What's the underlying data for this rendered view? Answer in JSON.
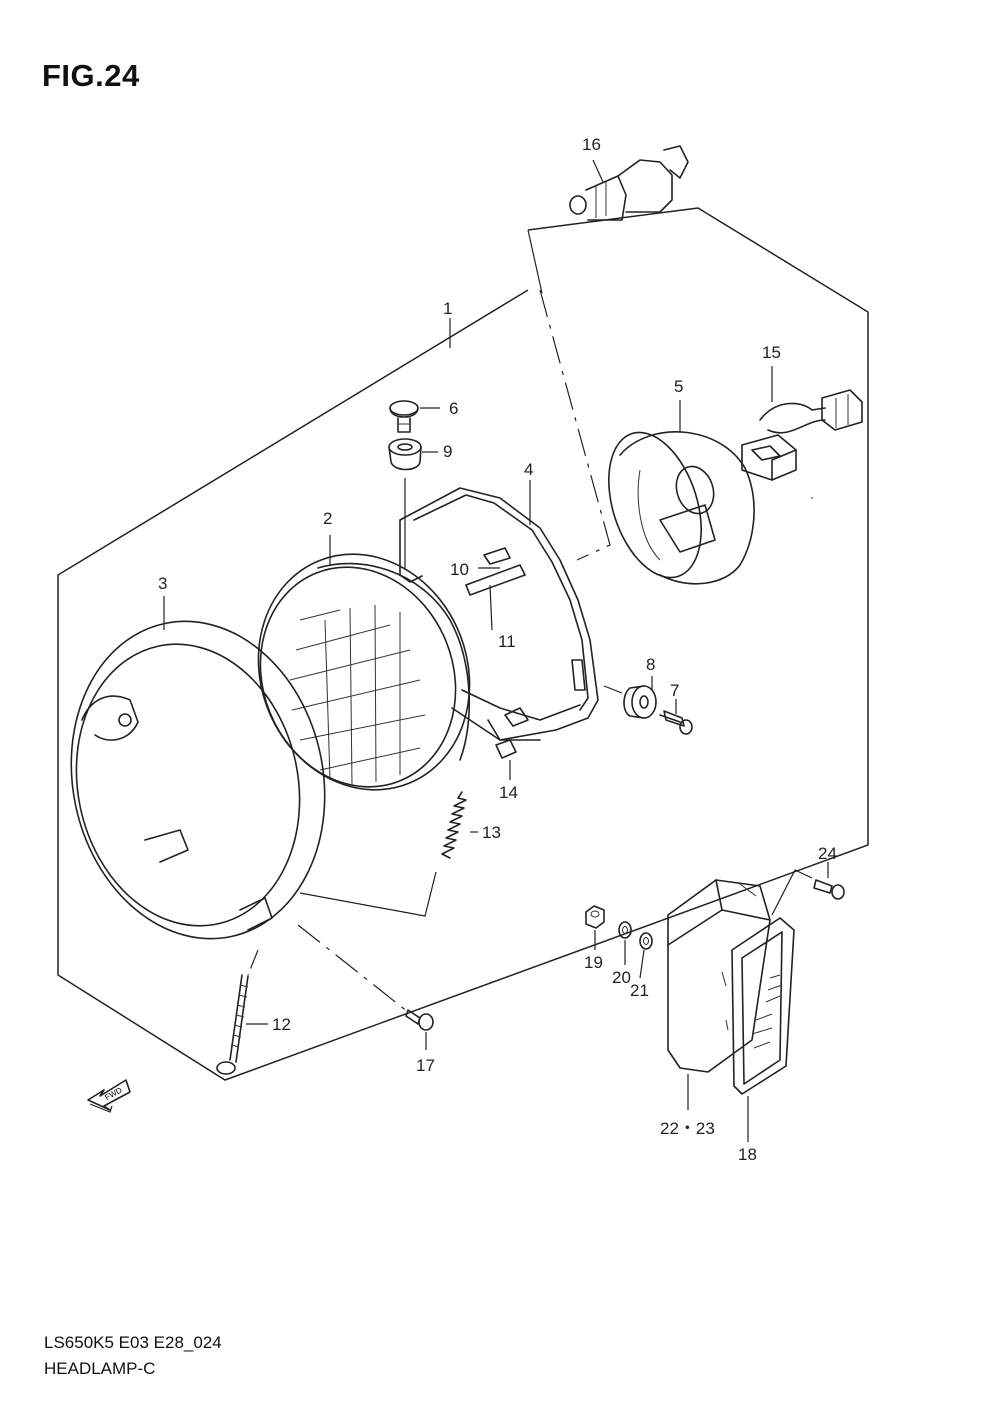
{
  "figure": {
    "title": "FIG.24"
  },
  "footer": {
    "model_code": "LS650K5 E03 E28_024",
    "diagram_name": "HEADLAMP-C"
  },
  "fwd_arrow": {
    "label": "FWD",
    "icon": "fwd-arrow-icon"
  },
  "callouts": {
    "c1": "1",
    "c2": "2",
    "c3": "3",
    "c4": "4",
    "c5": "5",
    "c6": "6",
    "c7": "7",
    "c8": "8",
    "c9": "9",
    "c10": "10",
    "c11": "11",
    "c12": "12",
    "c13": "13",
    "c14": "14",
    "c15": "15",
    "c16": "16",
    "c17": "17",
    "c18": "18",
    "c19": "19",
    "c20": "20",
    "c21": "21",
    "c22_23": "22・23",
    "c24": "24"
  }
}
